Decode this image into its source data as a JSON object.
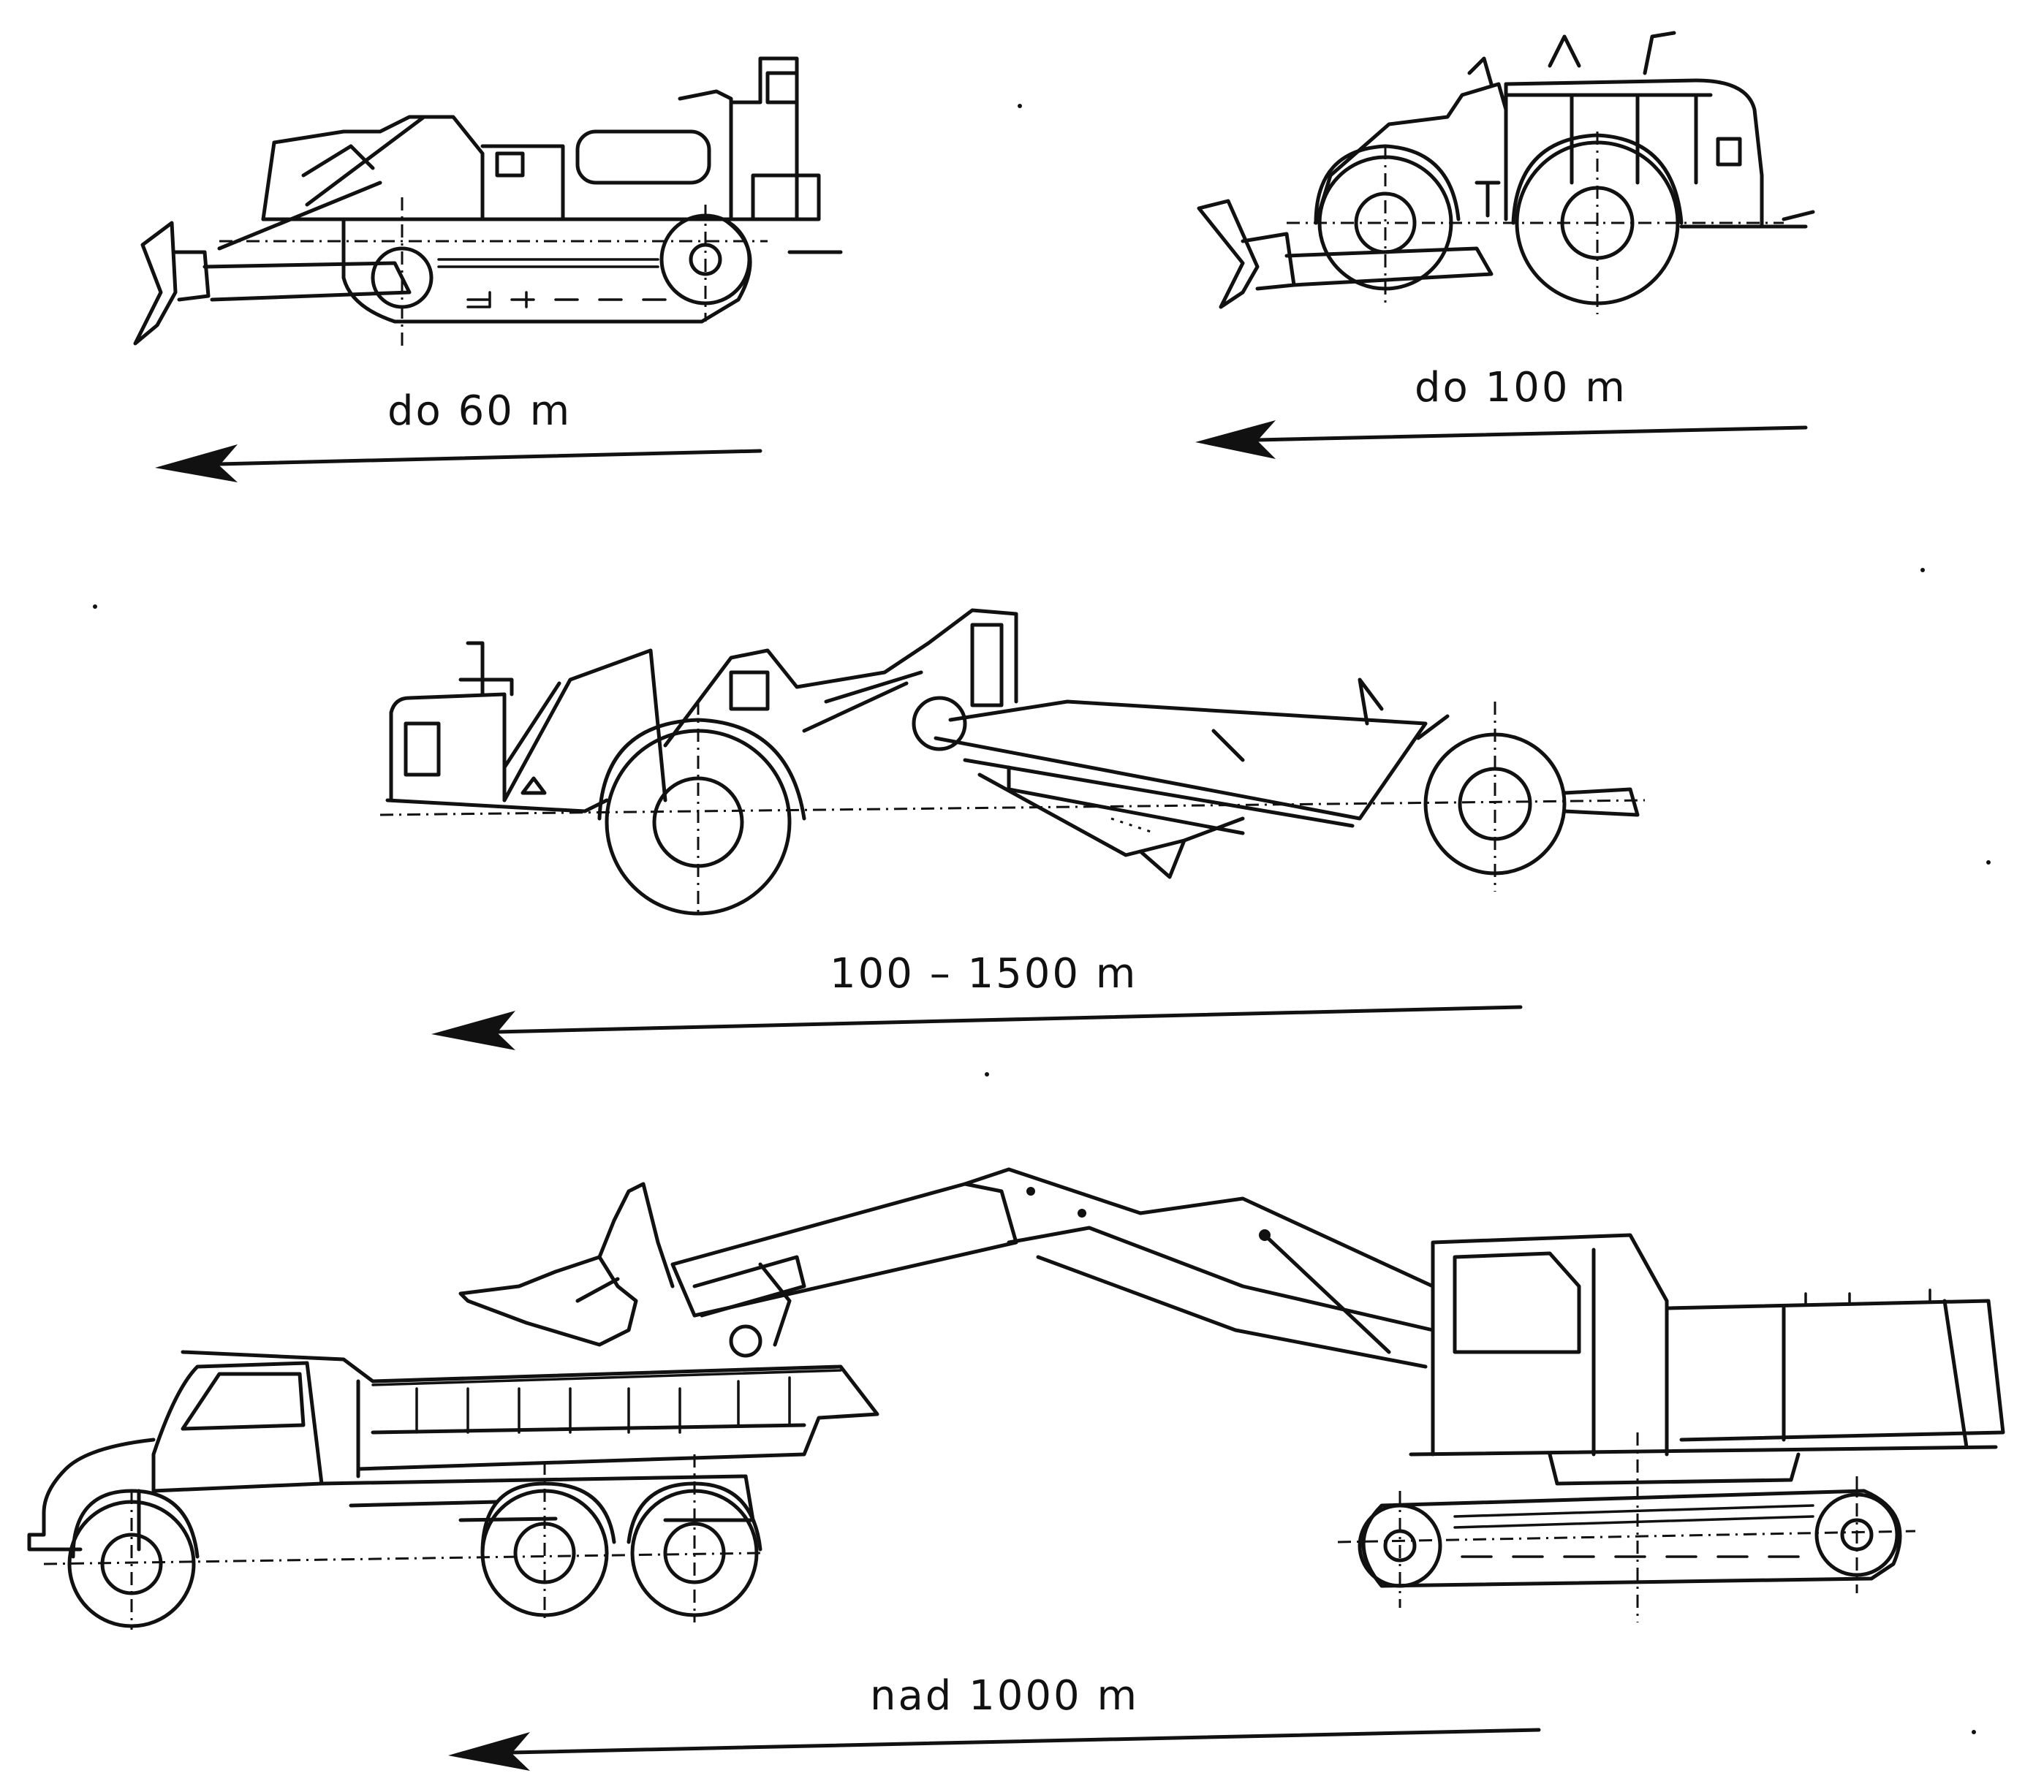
{
  "labels": {
    "bulldozer_distance": "do 60 m",
    "wheel_dozer_distance": "do 100 m",
    "scraper_distance": "100 – 1500 m",
    "excavator_truck_distance": "nad 1000 m"
  },
  "icons": [
    "crawler-bulldozer-icon",
    "wheel-dozer-icon",
    "wheeled-scraper-icon",
    "excavator-icon",
    "dump-truck-icon",
    "arrow-left-icon"
  ]
}
